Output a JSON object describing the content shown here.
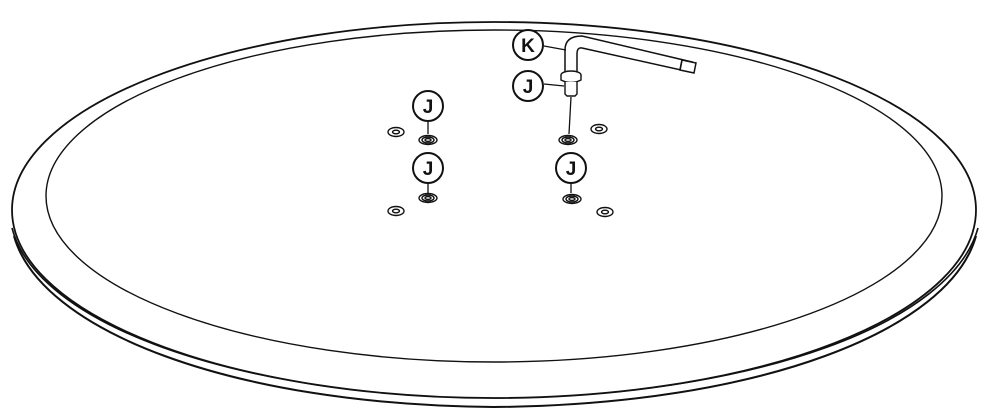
{
  "diagram": {
    "callouts": [
      {
        "id": "k-upper",
        "letter": "K"
      },
      {
        "id": "j-key",
        "letter": "J"
      },
      {
        "id": "j-left-1",
        "letter": "J"
      },
      {
        "id": "j-left-2",
        "letter": "J"
      },
      {
        "id": "j-right",
        "letter": "J"
      }
    ],
    "colors": {
      "line": "#111111",
      "fill": "#ffffff"
    }
  }
}
